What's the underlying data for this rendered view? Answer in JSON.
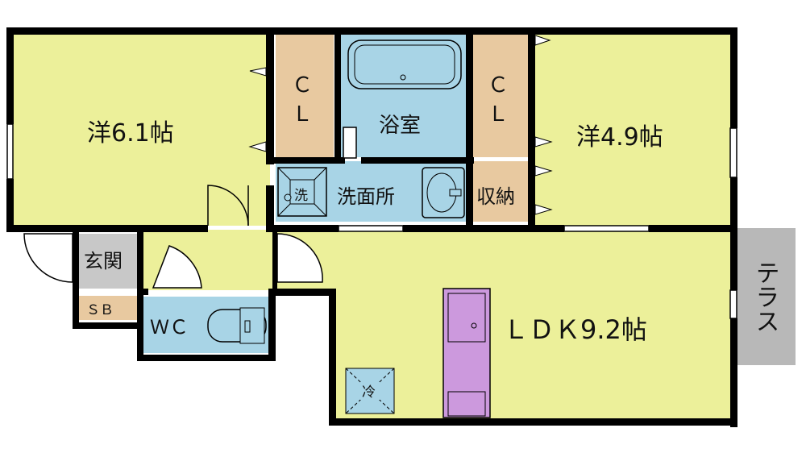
{
  "colors": {
    "room": "#ecf09a",
    "closet": "#e8c9a0",
    "wet": "#a8d4e6",
    "kitchen": "#cc99dd",
    "terrace": "#b8b8b8",
    "entry": "#c8c8c8",
    "wall": "#000000"
  },
  "rooms": {
    "west_room": "洋6.1帖",
    "east_room": "洋4.9帖",
    "ldk": "ＬＤＫ9.2帖",
    "bath": "浴室",
    "washroom": "洗面所",
    "storage": "収納",
    "entrance": "玄関",
    "shoe_box": "ＳＢ",
    "toilet": "ＷＣ",
    "terrace": "テラス"
  },
  "fixtures": {
    "closet_1": [
      "Ｃ",
      "Ｌ"
    ],
    "closet_2": [
      "Ｃ",
      "Ｌ"
    ],
    "washer": "洗",
    "fridge": "冷"
  }
}
